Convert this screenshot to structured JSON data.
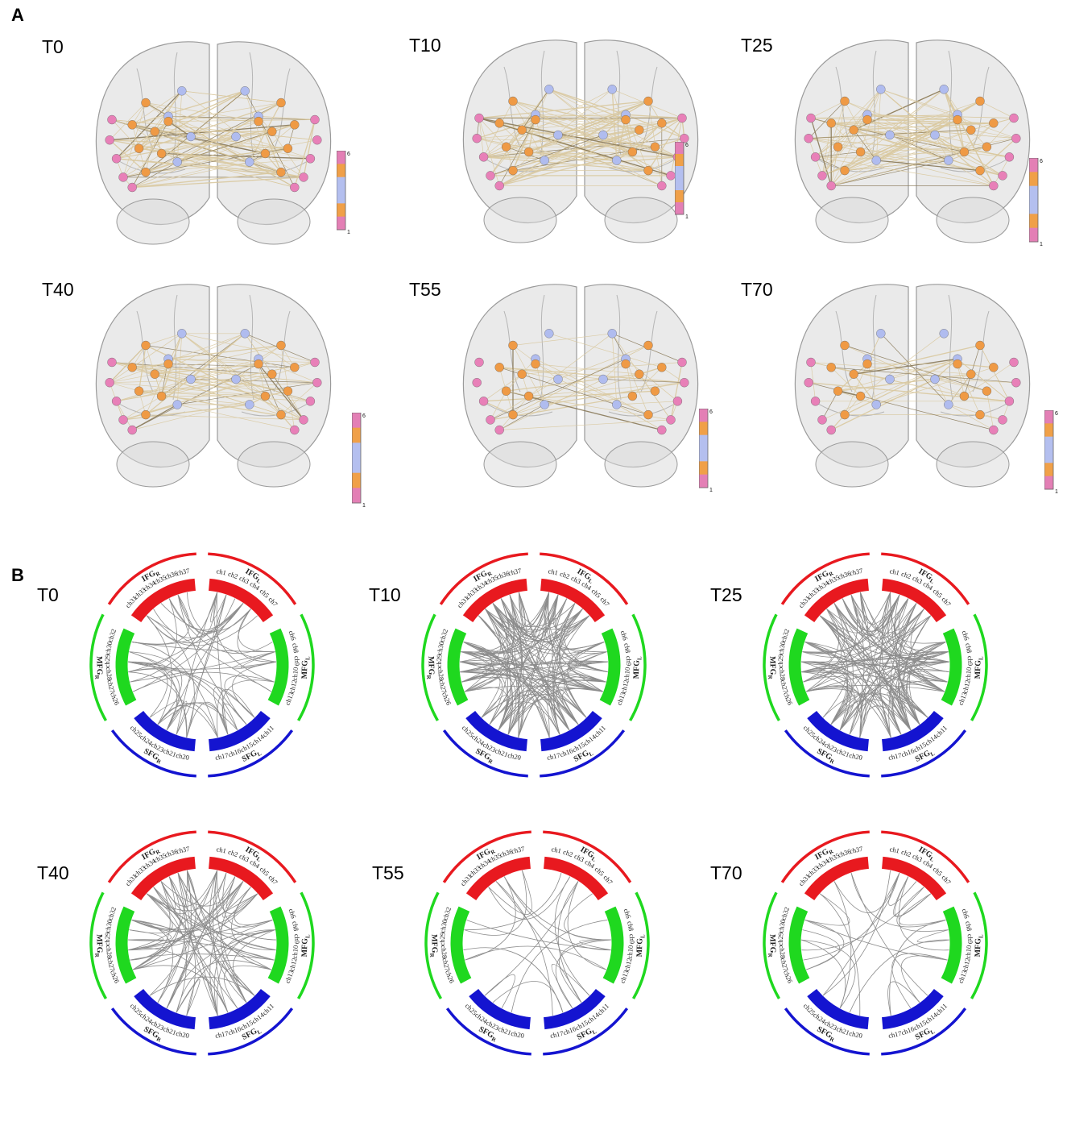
{
  "panel_a_letter": "A",
  "panel_b_letter": "B",
  "colorbar": {
    "min_label": "1",
    "max_label": "6",
    "segments": [
      "#e37fb5",
      "#f0a048",
      "#b4bfef",
      "#b4bfef",
      "#f0a048",
      "#e37fb5"
    ]
  },
  "brain_panels": [
    {
      "label": "T0",
      "edge_density": 0.9
    },
    {
      "label": "T10",
      "edge_density": 1.0
    },
    {
      "label": "T25",
      "edge_density": 0.95
    },
    {
      "label": "T40",
      "edge_density": 0.7
    },
    {
      "label": "T55",
      "edge_density": 0.4
    },
    {
      "label": "T70",
      "edge_density": 0.4
    }
  ],
  "chord_groups": {
    "IFG_R": {
      "name": "IFG",
      "sub": "R",
      "color": "#e8191f",
      "channels": [
        "ch31",
        "ch33",
        "ch34",
        "ch35",
        "ch36",
        "ch37"
      ]
    },
    "IFG_L": {
      "name": "IFG",
      "sub": "L",
      "color": "#e8191f",
      "channels": [
        "ch1",
        "ch2",
        "ch3",
        "ch4",
        "ch5",
        "ch7"
      ]
    },
    "MFG_L": {
      "name": "MFG",
      "sub": "L",
      "color": "#1fd81f",
      "channels": [
        "ch6",
        "ch8",
        "ch9",
        "ch10",
        "ch12",
        "ch13"
      ]
    },
    "SFG_L": {
      "name": "SFG",
      "sub": "L",
      "color": "#1414d0",
      "channels": [
        "ch11",
        "ch14",
        "ch15",
        "ch16",
        "ch17"
      ]
    },
    "SFG_R": {
      "name": "SFG",
      "sub": "R",
      "color": "#1414d0",
      "channels": [
        "ch20",
        "ch21",
        "ch23",
        "ch24",
        "ch25"
      ]
    },
    "MFG_R": {
      "name": "MFG",
      "sub": "R",
      "color": "#1fd81f",
      "channels": [
        "ch26",
        "ch27",
        "ch28",
        "ch29",
        "ch30",
        "ch32"
      ]
    }
  },
  "chord_panels": [
    {
      "label": "T0",
      "links": 60
    },
    {
      "label": "T10",
      "links": 150
    },
    {
      "label": "T25",
      "links": 130
    },
    {
      "label": "T40",
      "links": 80
    },
    {
      "label": "T55",
      "links": 25
    },
    {
      "label": "T70",
      "links": 28
    }
  ]
}
